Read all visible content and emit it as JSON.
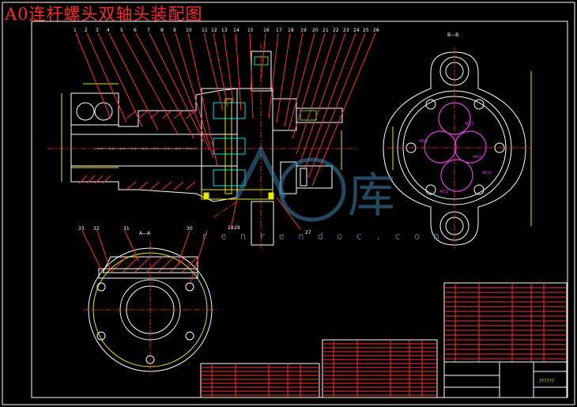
{
  "title": "A0连杆螺头双轴头装配图",
  "watermark_text": "r e n r e n d o c . c o m",
  "watermark_glyph": "库",
  "part_numbers": [
    "1",
    "2",
    "3",
    "4",
    "5",
    "6",
    "7",
    "8",
    "9",
    "10",
    "11",
    "12",
    "13",
    "14",
    "15",
    "16",
    "17",
    "18",
    "19",
    "20",
    "21",
    "22",
    "23",
    "24",
    "25",
    "26"
  ],
  "extra_labels": [
    "27",
    "28",
    "29",
    "30",
    "31",
    "32",
    "33"
  ],
  "section_labels": {
    "bb": "B—B",
    "aa": "A—A"
  },
  "colors": {
    "red": "#ff3030",
    "white": "#ffffff",
    "cyan": "#00e0e0",
    "magenta": "#e040e0",
    "yellow": "#e8e800"
  }
}
